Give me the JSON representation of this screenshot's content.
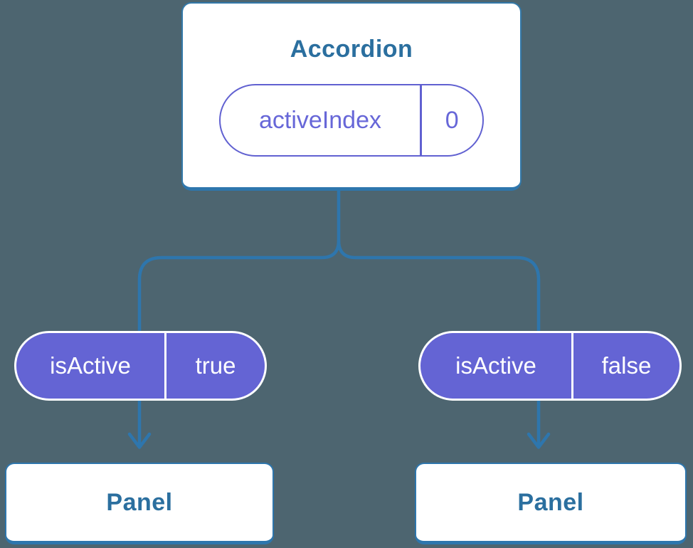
{
  "colors": {
    "background": "#4d6570",
    "connector_blue": "#2e76ad",
    "border_blue": "#3379a9",
    "node_text_blue": "#2b6f9f",
    "state_purple": "#6464d4",
    "pill_outline_purple": "#6161d1",
    "pill_text_purple": "#6767d8",
    "node_background": "#ffffff",
    "pill_text_white": "#ffffff"
  },
  "tree": {
    "root": {
      "name": "Accordion",
      "state": {
        "key": "activeIndex",
        "value": "0"
      }
    },
    "children": [
      {
        "prop": {
          "key": "isActive",
          "value": "true"
        },
        "child": {
          "name": "Panel"
        }
      },
      {
        "prop": {
          "key": "isActive",
          "value": "false"
        },
        "child": {
          "name": "Panel"
        }
      }
    ]
  }
}
